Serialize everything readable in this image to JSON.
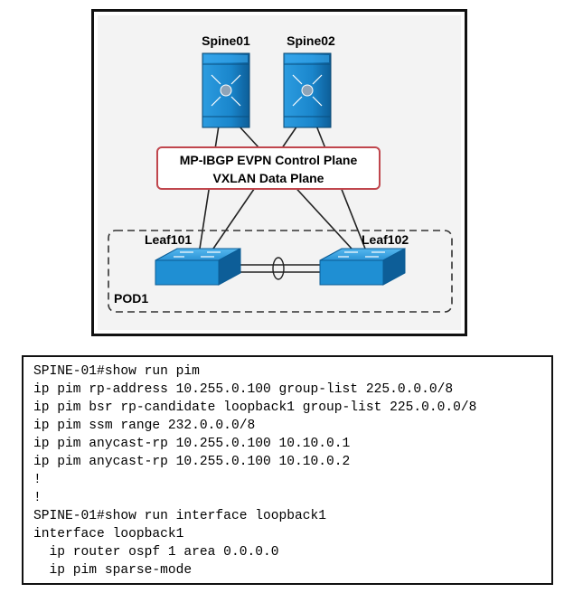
{
  "diagram": {
    "spine_left_label": "Spine01",
    "spine_right_label": "Spine02",
    "control_plane_line1": "MP-IBGP EVPN Control Plane",
    "control_plane_line2": "VXLAN Data Plane",
    "leaf_left_label": "Leaf101",
    "leaf_right_label": "Leaf102",
    "pod_label": "POD1",
    "colors": {
      "device_blue": "#1f8fd3",
      "device_dark": "#0b5c95",
      "control_plane_border": "#c0464d",
      "pod_border": "#333333"
    }
  },
  "cli": {
    "lines": [
      "SPINE-01#show run pim",
      "ip pim rp-address 10.255.0.100 group-list 225.0.0.0/8",
      "ip pim bsr rp-candidate loopback1 group-list 225.0.0.0/8",
      "ip pim ssm range 232.0.0.0/8",
      "ip pim anycast-rp 10.255.0.100 10.10.0.1",
      "ip pim anycast-rp 10.255.0.100 10.10.0.2",
      "!",
      "!",
      "SPINE-01#show run interface loopback1",
      "interface loopback1",
      "  ip router ospf 1 area 0.0.0.0",
      "  ip pim sparse-mode"
    ]
  }
}
